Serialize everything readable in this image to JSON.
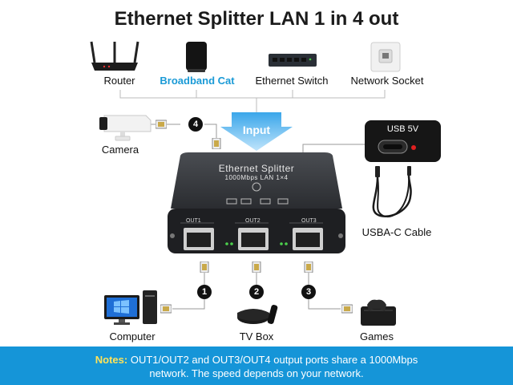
{
  "title": "Ethernet Splitter LAN 1 in 4 out",
  "sources": [
    {
      "label": "Router",
      "icon": "router-icon"
    },
    {
      "label": "Broadband Cat",
      "icon": "broadband-cat-icon",
      "highlight": true
    },
    {
      "label": "Ethernet Switch",
      "icon": "ethernet-switch-icon"
    },
    {
      "label": "Network Socket",
      "icon": "network-socket-icon"
    }
  ],
  "input_label": "Input",
  "camera_label": "Camera",
  "splitter": {
    "name": "Ethernet Splitter",
    "spec": "1000Mbps LAN 1×4",
    "ports": [
      "OUT1",
      "OUT2",
      "OUT3"
    ]
  },
  "usb": {
    "label": "USB 5V",
    "cable_label": "USBA-C Cable"
  },
  "outputs": [
    {
      "label": "Computer",
      "badge": "1"
    },
    {
      "label": "TV Box",
      "badge": "2"
    },
    {
      "label": "Games",
      "badge": "3"
    }
  ],
  "camera_badge": "4",
  "notes": {
    "key": "Notes:",
    "line1": "OUT1/OUT2 and OUT3/OUT4 output ports share a 1000Mbps",
    "line2": "network. The speed depends on your network."
  },
  "colors": {
    "accent": "#1595d8",
    "highlight_text": "#1a9ad6",
    "notes_key": "#ffe35a",
    "arrow": "#5ab8ee"
  }
}
